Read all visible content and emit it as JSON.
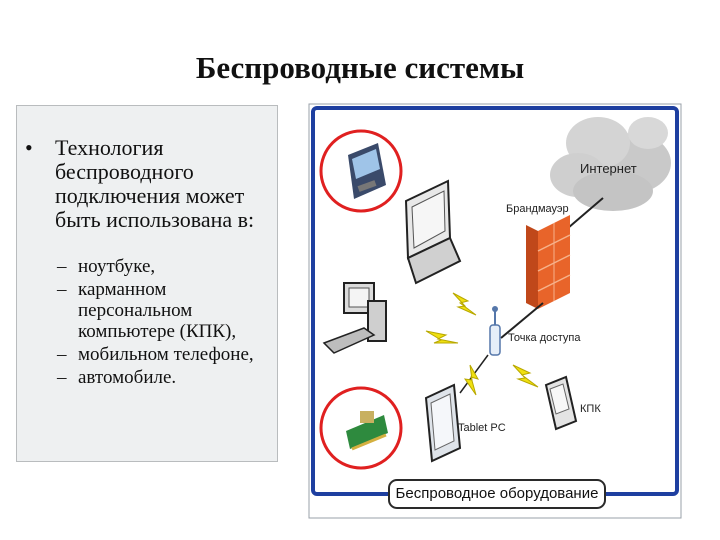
{
  "slide": {
    "title": "Беспроводные системы",
    "bullet": {
      "text": "Технология беспроводного подключения может быть использована в:",
      "items": [
        "ноутбуке,",
        "карманном персональном компьютере (КПК),",
        "мобильном телефоне,",
        "автомобиле."
      ]
    }
  },
  "diagram": {
    "labels": {
      "internet": "Интернет",
      "firewall": "Брандмауэр",
      "access_point": "Точка доступа",
      "tablet": "Tablet PC",
      "pda": "КПК",
      "legend": "Беспроводное оборудование"
    },
    "colors": {
      "frame": "#1e3fa0",
      "circle": "#e02020",
      "bolt": "#f0e010",
      "firewall": "#e8642a",
      "cloud": "#c8c8c8"
    }
  }
}
